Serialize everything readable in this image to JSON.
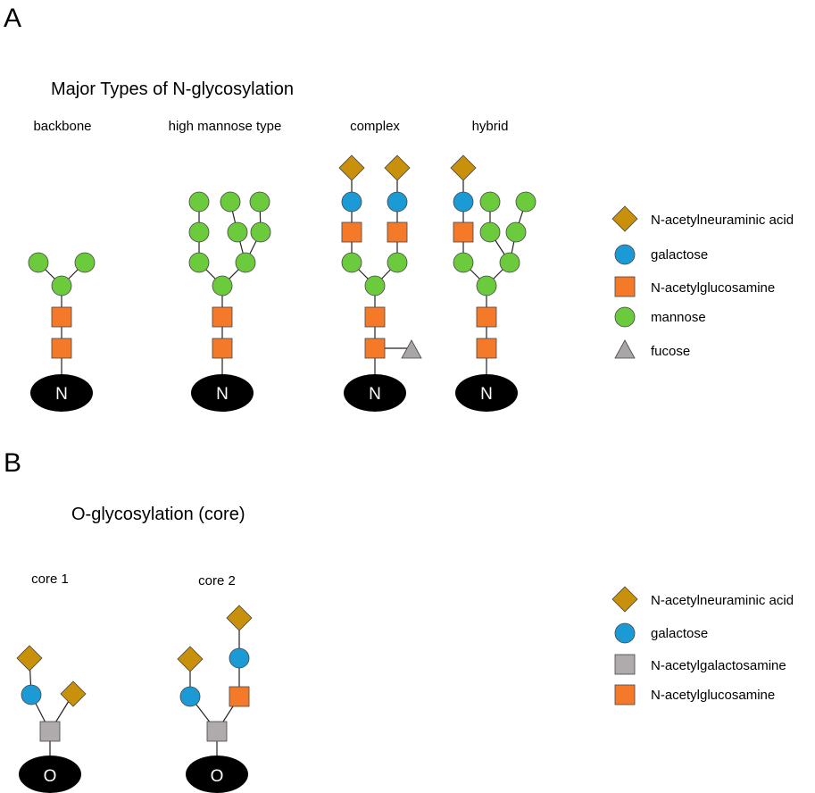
{
  "colors": {
    "n_acetylneuraminic_acid": "#C8900B",
    "galactose": "#1C9AD6",
    "n_acetylglucosamine": "#F47A2A",
    "mannose": "#6CCB3C",
    "fucose": "#A9A6A7",
    "n_acetylgalactosamine": "#AFAAAB",
    "anchor": "#000000"
  },
  "panel_a": {
    "label": "A",
    "title": "Major Types of N-glycosylation",
    "columns": [
      {
        "key": "backbone",
        "title": "backbone",
        "anchor": "N"
      },
      {
        "key": "high_mannose",
        "title": "high mannose type",
        "anchor": "N"
      },
      {
        "key": "complex",
        "title": "complex",
        "anchor": "N"
      },
      {
        "key": "hybrid",
        "title": "hybrid",
        "anchor": "N"
      }
    ],
    "legend": [
      {
        "shape": "diamond",
        "color_key": "n_acetylneuraminic_acid",
        "label": "N-acetylneuraminic acid"
      },
      {
        "shape": "circle",
        "color_key": "galactose",
        "label": "galactose"
      },
      {
        "shape": "square",
        "color_key": "n_acetylglucosamine",
        "label": "N-acetylglucosamine"
      },
      {
        "shape": "circle",
        "color_key": "mannose",
        "label": "mannose"
      },
      {
        "shape": "triangle",
        "color_key": "fucose",
        "label": "fucose"
      }
    ]
  },
  "panel_b": {
    "label": "B",
    "title": "O-glycosylation (core)",
    "columns": [
      {
        "key": "core1",
        "title": "core 1",
        "anchor": "O"
      },
      {
        "key": "core2",
        "title": "core 2",
        "anchor": "O"
      }
    ],
    "legend": [
      {
        "shape": "diamond",
        "color_key": "n_acetylneuraminic_acid",
        "label": "N-acetylneuraminic acid"
      },
      {
        "shape": "circle",
        "color_key": "galactose",
        "label": "galactose"
      },
      {
        "shape": "square",
        "color_key": "n_acetylgalactosamine",
        "label": "N-acetylgalactosamine"
      },
      {
        "shape": "square",
        "color_key": "n_acetylglucosamine",
        "label": "N-acetylglucosamine"
      }
    ]
  }
}
